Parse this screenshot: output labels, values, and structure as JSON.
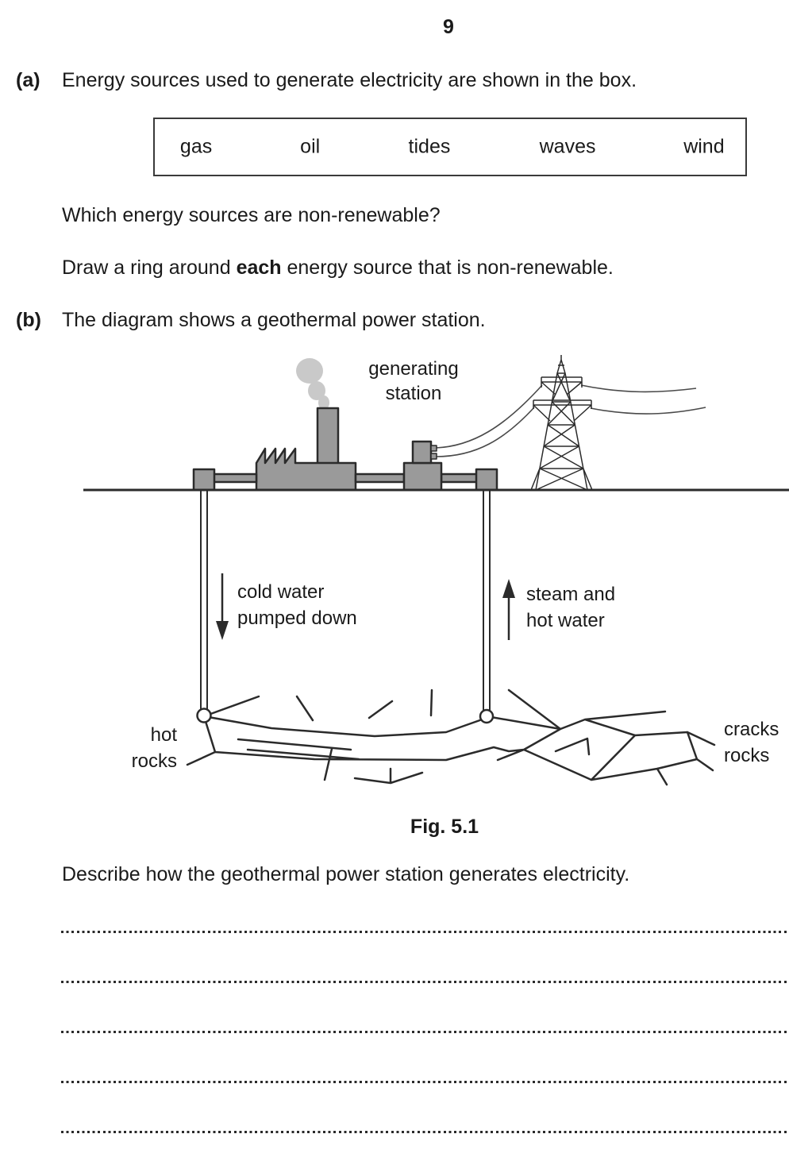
{
  "page": {
    "number": "9"
  },
  "part_a": {
    "label": "(a)",
    "intro": "Energy sources used to generate electricity are shown in the box.",
    "energy_sources": [
      "gas",
      "oil",
      "tides",
      "waves",
      "wind"
    ],
    "question": "Which energy sources are non-renewable?",
    "instruction_prefix": "Draw a ring around ",
    "instruction_bold": "each",
    "instruction_suffix": " energy source that is non-renewable."
  },
  "part_b": {
    "label": "(b)",
    "intro": "The diagram shows a geothermal power station.",
    "figure_caption": "Fig. 5.1",
    "question": "Describe how the geothermal power station generates electricity.",
    "answer_line_count": "5"
  },
  "diagram": {
    "labels": {
      "generating_station_line1": "generating",
      "generating_station_line2": "station",
      "cold_water_line1": "cold water",
      "cold_water_line2": "pumped down",
      "steam_line1": "steam and",
      "steam_line2": "hot water",
      "hot_rocks_line1": "hot",
      "hot_rocks_line2": "rocks",
      "cracks_line1": "cracks",
      "cracks_line2": "rocks"
    },
    "colors": {
      "building_fill": "#9a9a9a",
      "outline": "#2b2b2b",
      "smoke": "#c9c9c9",
      "wire": "#4a4a4a"
    }
  }
}
